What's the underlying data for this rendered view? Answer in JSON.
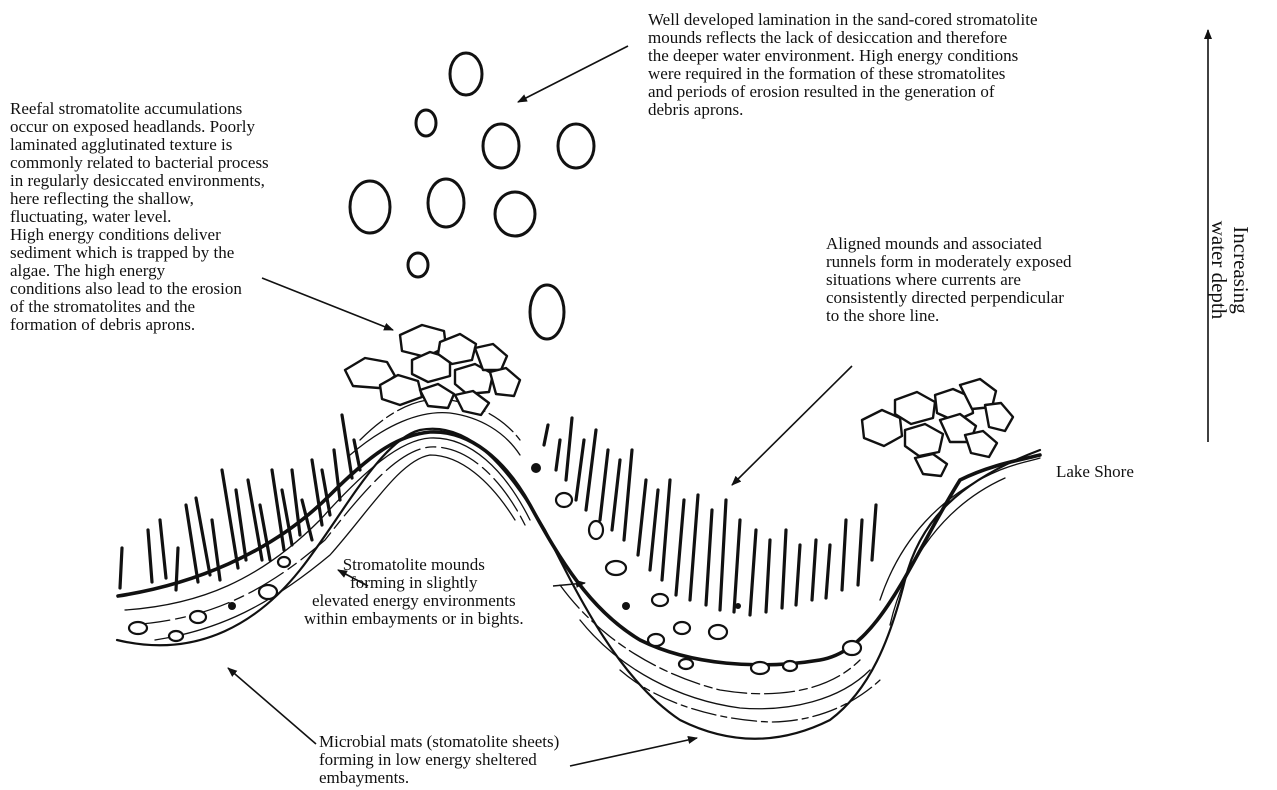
{
  "labels": {
    "well_developed": [
      "Well developed lamination in the sand-cored stromatolite",
      "mounds reflects the lack of desiccation and therefore",
      "the deeper water environment.  High energy conditions",
      "were required in the formation of these stromatolites",
      "and periods of erosion resulted in the generation of",
      "debris aprons."
    ],
    "reefal": [
      "Reefal stromatolite accumulations",
      "occur on exposed headlands.  Poorly",
      "laminated agglutinated texture is",
      "commonly related to bacterial process",
      "in regularly desiccated environments,",
      "here reflecting the shallow,",
      "fluctuating, water level.",
      "High energy conditions deliver",
      "sediment which is trapped by the",
      "algae.  The high energy",
      "conditions also lead to the erosion",
      "of the stromatolites and the",
      "formation of debris aprons."
    ],
    "aligned": [
      "Aligned mounds and associated",
      "runnels form in moderately exposed",
      "situations where currents are",
      "consistently directed perpendicular",
      "to the shore line."
    ],
    "stromatolite_mounds": [
      "Stromatolite mounds",
      "forming in slightly",
      "elevated energy environments",
      "within embayments or in bights."
    ],
    "microbial_mats": [
      "Microbial mats (stomatolite sheets)",
      "forming in low energy sheltered",
      "embayments."
    ],
    "lake_shore": "Lake Shore",
    "water_depth": [
      "Increasing",
      "water depth"
    ]
  },
  "colors": {
    "ink": "#111111",
    "background": "#ffffff"
  }
}
